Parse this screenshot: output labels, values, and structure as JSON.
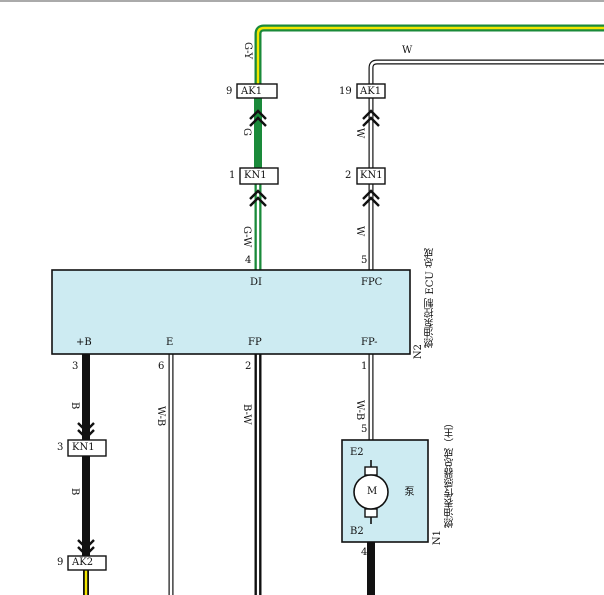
{
  "colors": {
    "green": "#1a8a3a",
    "yellow": "#f2e600",
    "black": "#111111",
    "white_wire": "#ffffff",
    "box_fill": "#cdebf2",
    "box_stroke": "#111111"
  },
  "top_wires": {
    "gy_label": "G-Y",
    "w_label": "W"
  },
  "connectors": {
    "ak1_left": {
      "pin": "9",
      "name": "AK1"
    },
    "ak1_right": {
      "pin": "19",
      "name": "AK1"
    },
    "kn1_left": {
      "pin": "1",
      "name": "KN1"
    },
    "kn1_right": {
      "pin": "2",
      "name": "KN1"
    },
    "kn1_lower": {
      "pin": "3",
      "name": "KN1"
    },
    "ak2_lower": {
      "pin": "9",
      "name": "AK2"
    }
  },
  "wire_labels": {
    "g": "G",
    "w_mid": "W",
    "gw": "G-W",
    "w_lower_right": "W",
    "b_left_1": "B",
    "wb_e": "W-B",
    "bw_fp": "B-W",
    "wb_fpm": "W-B",
    "b_left_2": "B"
  },
  "ecu": {
    "pin_di": "4",
    "pin_fpc": "5",
    "label_di": "DI",
    "label_fpc": "FPC",
    "label_b": "+B",
    "label_e": "E",
    "label_fp": "FP",
    "label_fpm": "FP-",
    "pin_b": "3",
    "pin_e": "6",
    "pin_fp": "2",
    "pin_fpm": "1",
    "code": "N2",
    "name": "燃油泵控制 ECU 总成"
  },
  "pump": {
    "pin_e2": "5",
    "label_e2": "E2",
    "label_b2": "B2",
    "pin_b2": "4",
    "motor": "M",
    "pump_text": "泵",
    "code": "N1",
    "name": "燃油表传感器总成（主）"
  }
}
